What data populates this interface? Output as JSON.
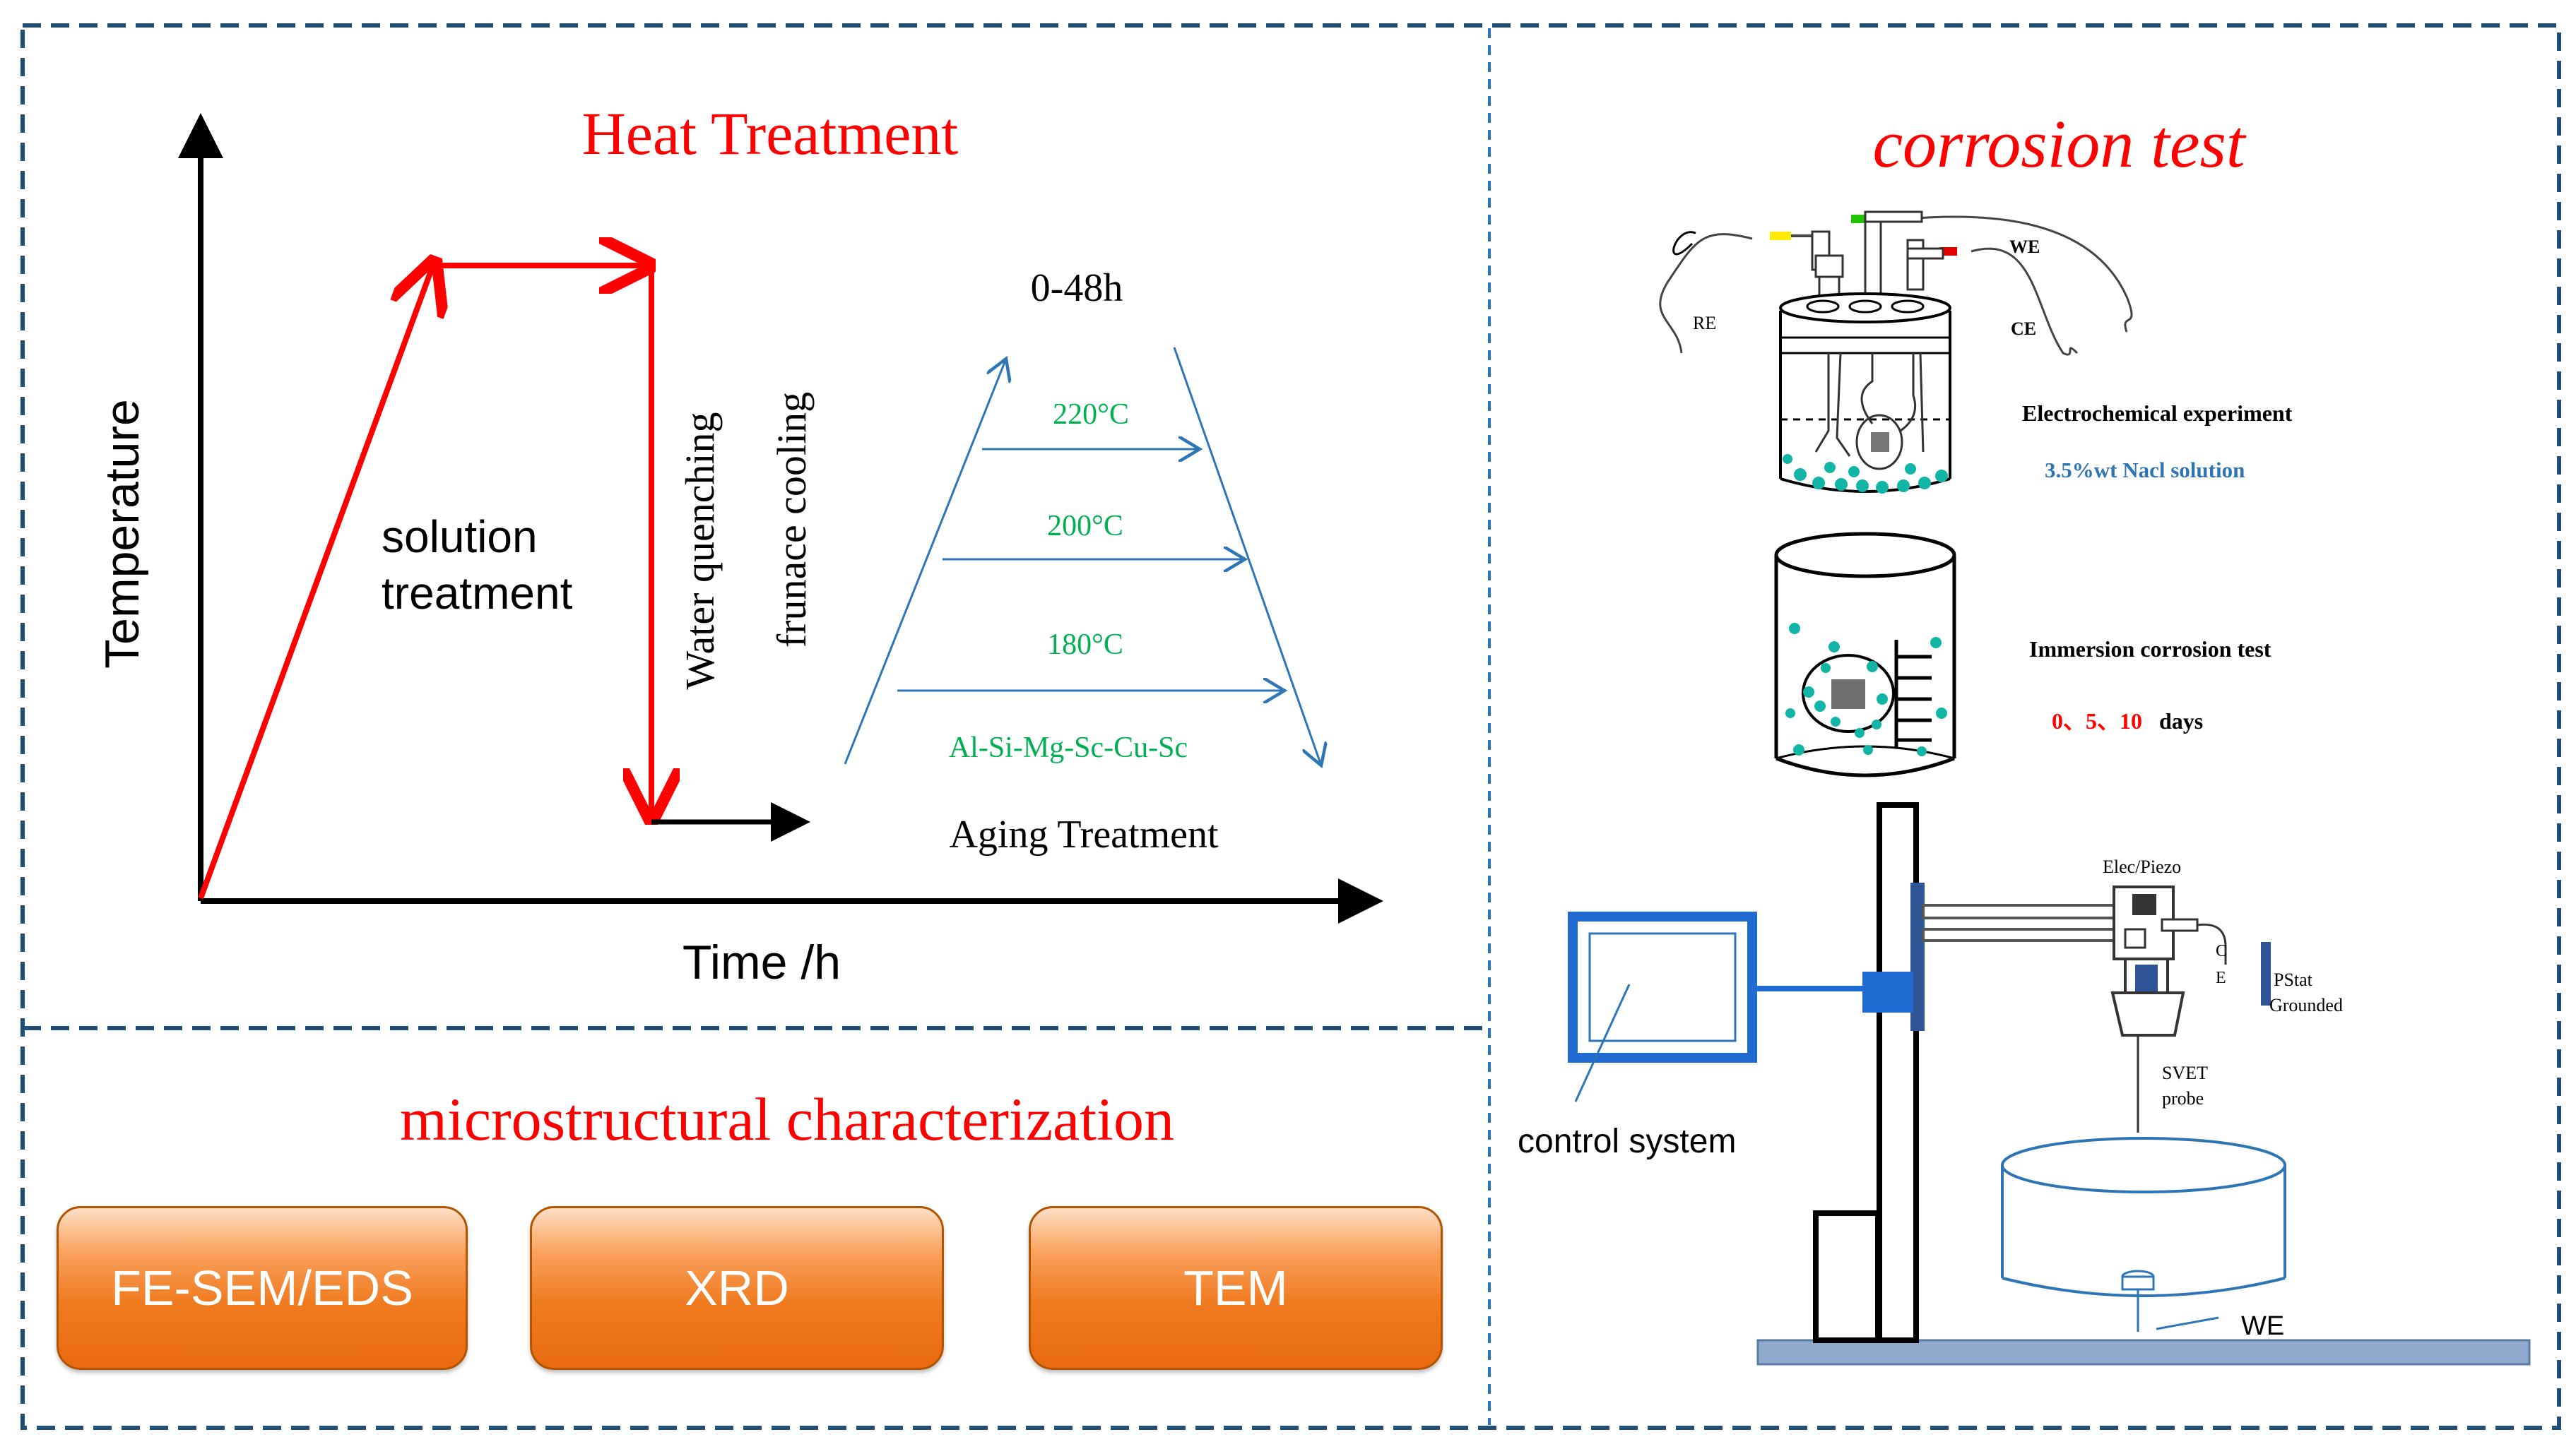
{
  "heat_treatment": {
    "title": "Heat Treatment",
    "y_axis_label": "Temperature",
    "x_axis_label": "Time /h",
    "solution_label_1": "solution",
    "solution_label_2": "treatment",
    "water_quenching": "Water quenching",
    "furnace_cooling": "frunace cooling",
    "aging_time": "0-48h",
    "temp_220": "220°C",
    "temp_200": "200°C",
    "temp_180": "180°C",
    "alloy": "Al-Si-Mg-Sc-Cu-Sc",
    "aging_label": "Aging Treatment"
  },
  "microstructure": {
    "title": "microstructural characterization",
    "buttons": [
      "FE-SEM/EDS",
      "XRD",
      "TEM"
    ]
  },
  "corrosion": {
    "title": "corrosion test",
    "re_label": "RE",
    "we_label": "WE",
    "ce_label": "CE",
    "electrochem_label": "Electrochemical experiment",
    "solution_label": "3.5%wt Nacl solution",
    "immersion_label": "Immersion corrosion test",
    "days_values": "0、5、10",
    "days_unit": "days",
    "elec_piezo": "Elec/Piezo",
    "c_label": "C",
    "e_label": "E",
    "pstat": "PStat",
    "grounded": "Grounded",
    "svet": "SVET",
    "probe": "probe",
    "control_system": "control system",
    "we_bottom": "WE"
  },
  "colors": {
    "title_red": "#ff0000",
    "arrow_blue": "#2e75b6",
    "temp_green": "#00b050",
    "frame_blue": "#1f4e79",
    "dot_teal": "#11b5a5"
  }
}
